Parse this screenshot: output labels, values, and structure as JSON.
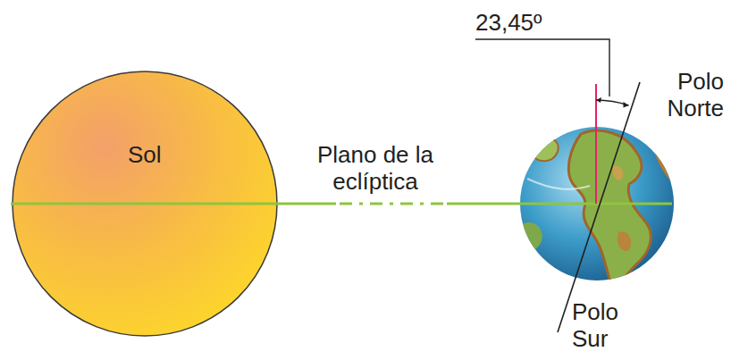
{
  "diagram": {
    "nodes": [
      {
        "text": [
          "Sol"
        ]
      }
    ],
    "labels": [
      "23,45º",
      "Plano de la eclíptica",
      "Polo Norte",
      "Polo Sur"
    ]
  }
}
